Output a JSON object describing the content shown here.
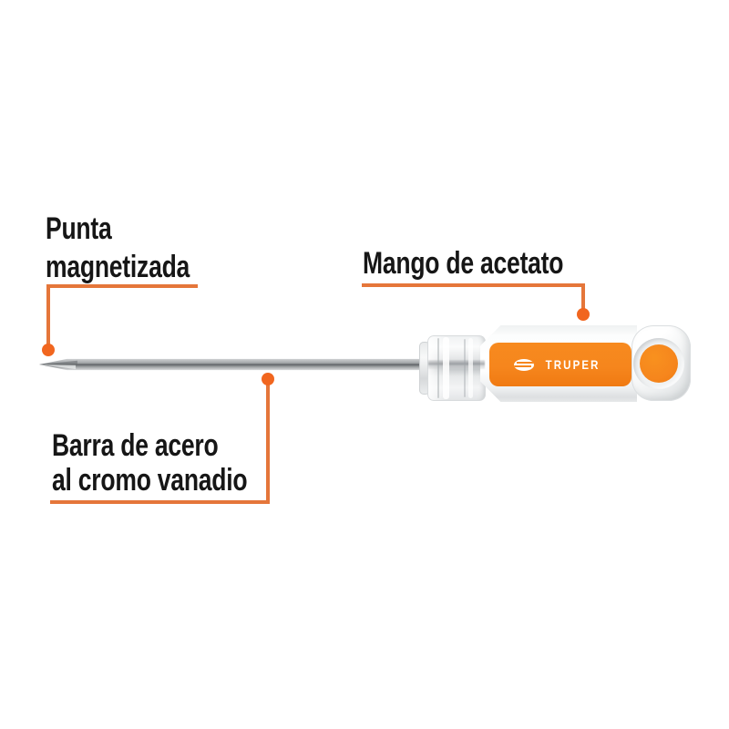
{
  "diagram": {
    "brand": "TRUPER",
    "subject": "phillips-screwdriver",
    "labels": {
      "tip": {
        "line1": "Punta",
        "line2": "magnetizada"
      },
      "handle": {
        "text": "Mango de acetato"
      },
      "shaft": {
        "line1": "Barra de acero",
        "line2": "al cromo vanadio"
      }
    },
    "colors": {
      "callout_line": "#E5763A",
      "callout_dot": "#F1661F",
      "handle_orange": "#F6861D",
      "label_text": "#161616",
      "background": "#FFFFFF"
    }
  }
}
